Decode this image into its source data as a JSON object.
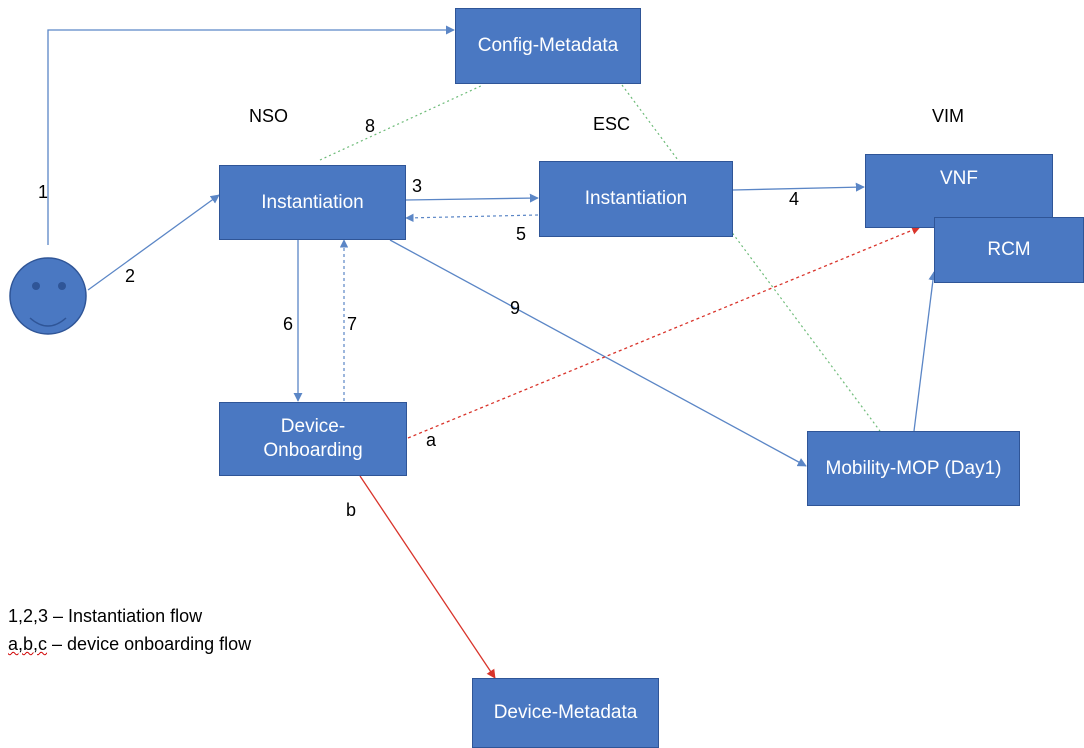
{
  "nodes": {
    "config_metadata": "Config-Metadata",
    "nso_instantiation": "Instantiation",
    "esc_instantiation": "Instantiation",
    "vnf": "VNF",
    "rcm": "RCM",
    "device_onboarding_line1": "Device-",
    "device_onboarding_line2": "Onboarding",
    "mobility_mop": "Mobility-MOP (Day1)",
    "device_metadata": "Device-Metadata"
  },
  "groups": {
    "nso": "NSO",
    "esc": "ESC",
    "vim": "VIM"
  },
  "edge_labels": {
    "e1": "1",
    "e2": "2",
    "e3": "3",
    "e4": "4",
    "e5": "5",
    "e6": "6",
    "e7": "7",
    "e8": "8",
    "e9": "9",
    "ea": "a",
    "eb": "b"
  },
  "legend": {
    "line1": "1,2,3 – Instantiation flow",
    "line2_prefix": "a,b,c",
    "line2_rest": " – device onboarding flow"
  },
  "colors": {
    "node_fill": "#4a78c2",
    "flow_line": "#5b86c6",
    "onboarding_line": "#d9342b",
    "metadata_line": "#6dbb78"
  }
}
